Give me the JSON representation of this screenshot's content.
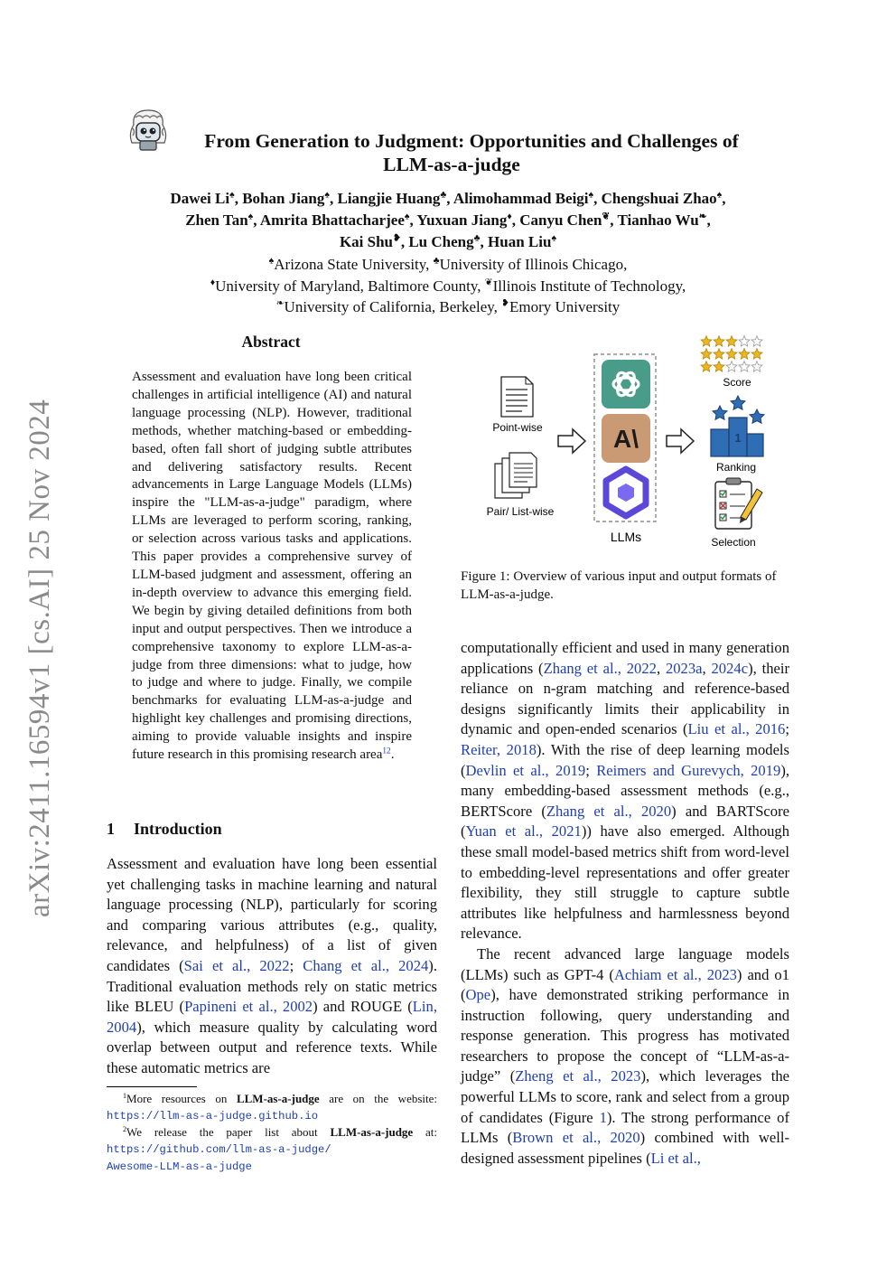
{
  "arxiv_id": "arXiv:2411.16594v1  [cs.AI]  25 Nov 2024",
  "title_line1": "From Generation to Judgment: Opportunities and Challenges of",
  "title_line2": "LLM-as-a-judge",
  "authors": [
    {
      "name": "Dawei Li",
      "mark": "♠"
    },
    {
      "name": "Bohan Jiang",
      "mark": "♠"
    },
    {
      "name": "Liangjie Huang",
      "mark": "♣"
    },
    {
      "name": "Alimohammad Beigi",
      "mark": "♠"
    },
    {
      "name": "Chengshuai Zhao",
      "mark": "♠"
    },
    {
      "name": "Zhen Tan",
      "mark": "♠"
    },
    {
      "name": "Amrita Bhattacharjee",
      "mark": "♠"
    },
    {
      "name": "Yuxuan Jiang",
      "mark": "♦"
    },
    {
      "name": "Canyu Chen",
      "mark": "❦"
    },
    {
      "name": "Tianhao Wu",
      "mark": "❧"
    },
    {
      "name": "Kai Shu",
      "mark": "❥"
    },
    {
      "name": "Lu Cheng",
      "mark": "♣"
    },
    {
      "name": "Huan Liu",
      "mark": "♠"
    }
  ],
  "affiliations": [
    {
      "mark": "♠",
      "name": "Arizona State University,"
    },
    {
      "mark": "♣",
      "name": "University of Illinois Chicago,"
    },
    {
      "mark": "♦",
      "name": "University of Maryland, Baltimore County,"
    },
    {
      "mark": "❦",
      "name": "Illinois Institute of Technology,"
    },
    {
      "mark": "❧",
      "name": "University of California, Berkeley,"
    },
    {
      "mark": "❥",
      "name": "Emory University"
    }
  ],
  "abstract_heading": "Abstract",
  "abstract_text": "Assessment and evaluation have long been critical challenges in artificial intelligence (AI) and natural language processing (NLP). However, traditional methods, whether matching-based or embedding-based, often fall short of judging subtle attributes and delivering satisfactory results. Recent advancements in Large Language Models (LLMs) inspire the \"LLM-as-a-judge\" paradigm, where LLMs are leveraged to perform scoring, ranking, or selection across various tasks and applications. This paper provides a comprehensive survey of LLM-based judgment and assessment, offering an in-depth overview to advance this emerging field. We begin by giving detailed definitions from both input and output perspectives. Then we introduce a comprehensive taxonomy to explore LLM-as-a-judge from three dimensions: what to judge, how to judge and where to judge. Finally, we compile benchmarks for evaluating LLM-as-a-judge and highlight key challenges and promising directions, aiming to provide valuable insights and inspire future research in this promising research area",
  "abstract_footmark": "12",
  "section": {
    "number": "1",
    "title": "Introduction"
  },
  "intro_left": [
    {
      "t": "Assessment and evaluation have long been essential yet challenging tasks in machine learning and natural language processing (NLP), particularly for scoring and comparing various attributes (e.g., quality, relevance, and helpfulness) of a list of given candidates ("
    },
    {
      "c": "Sai et al., 2022"
    },
    {
      "t": "; "
    },
    {
      "c": "Chang et al., 2024"
    },
    {
      "t": ").  Traditional evaluation methods rely on static metrics like BLEU ("
    },
    {
      "c": "Papineni et al., 2002"
    },
    {
      "t": ") and ROUGE ("
    },
    {
      "c": "Lin, 2004"
    },
    {
      "t": "), which measure quality by calculating word overlap between output and reference texts. While these automatic metrics are"
    }
  ],
  "intro_right_p1": [
    {
      "t": "computationally efficient and used in many generation applications ("
    },
    {
      "c": "Zhang et al., 2022"
    },
    {
      "t": ", "
    },
    {
      "c": "2023a"
    },
    {
      "t": ", "
    },
    {
      "c": "2024c"
    },
    {
      "t": "), their reliance on n-gram matching and reference-based designs significantly limits their applicability in dynamic and open-ended scenarios ("
    },
    {
      "c": "Liu et al., 2016"
    },
    {
      "t": "; "
    },
    {
      "c": "Reiter, 2018"
    },
    {
      "t": "). With the rise of deep learning models ("
    },
    {
      "c": "Devlin et al., 2019"
    },
    {
      "t": "; "
    },
    {
      "c": "Reimers and Gurevych, 2019"
    },
    {
      "t": "), many embedding-based assessment methods (e.g., BERTScore ("
    },
    {
      "c": "Zhang et al., 2020"
    },
    {
      "t": ") and BARTScore ("
    },
    {
      "c": "Yuan et al., 2021"
    },
    {
      "t": ")) have also emerged. Although these small model-based metrics shift from word-level to embedding-level representations and offer greater flexibility, they still struggle to capture subtle attributes like helpfulness and harmlessness beyond relevance."
    }
  ],
  "intro_right_p2": [
    {
      "t": "The recent advanced large language models (LLMs) such as GPT-4 ("
    },
    {
      "c": "Achiam et al., 2023"
    },
    {
      "t": ") and o1 ("
    },
    {
      "c": "Ope"
    },
    {
      "t": "), have demonstrated striking performance in instruction following, query understanding and response generation. This progress has motivated researchers to propose the concept of “LLM-as-a-judge” ("
    },
    {
      "c": "Zheng et al., 2023"
    },
    {
      "t": "), which leverages the powerful LLMs to score, rank and select from a group of candidates (Figure "
    },
    {
      "c": "1"
    },
    {
      "t": "). The strong performance of LLMs ("
    },
    {
      "c": "Brown et al., 2020"
    },
    {
      "t": ") combined with well-designed assessment pipelines ("
    },
    {
      "c": "Li et al.,"
    }
  ],
  "footnotes": {
    "fn1_mark": "1",
    "fn1_text": "More resources on ",
    "fn1_bold": "LLM-as-a-judge",
    "fn1_tail": " are on the website:",
    "fn1_url": "https://llm-as-a-judge.github.io",
    "fn2_mark": "2",
    "fn2_text": "We release the paper list about ",
    "fn2_bold": "LLM-as-a-judge",
    "fn2_tail": " at: ",
    "fn2_url1": "https://github.com/llm-as-a-judge/",
    "fn2_url2": "Awesome-LLM-as-a-judge"
  },
  "figure": {
    "labels": {
      "pointwise": "Point-wise",
      "pairwise": "Pair/ List-wise",
      "llms": "LLMs",
      "score": "Score",
      "ranking": "Ranking",
      "selection": "Selection",
      "podium_rank": "1"
    },
    "icons": [
      "document-icon",
      "documents-stack-icon",
      "openai-logo-icon",
      "anthropic-logo-icon",
      "qwen-logo-icon",
      "stars-rating-icon",
      "ranking-podium-icon",
      "checklist-icon"
    ],
    "star_ratings": [
      3,
      5,
      2
    ],
    "colors": {
      "openai_bg": "#4a9c8a",
      "anthropic_bg": "#c99a74",
      "qwen": "#5b48d9",
      "podium": "#2f6db5",
      "stars": "#e8b820"
    },
    "caption": "Figure 1: Overview of various input and output formats of LLM-as-a-judge."
  }
}
